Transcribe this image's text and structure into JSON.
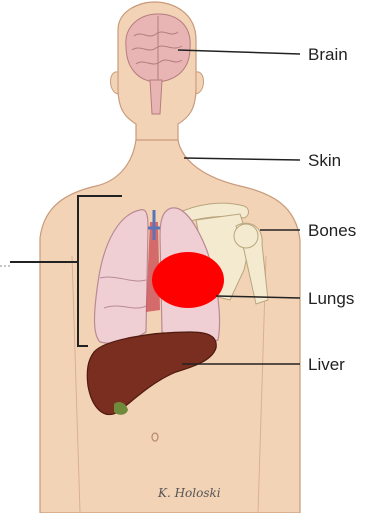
{
  "labels": {
    "brain": "Brain",
    "skin": "Skin",
    "bones": "Bones",
    "lungs": "Lungs",
    "liver": "Liver"
  },
  "signature": "K. Holoski",
  "colors": {
    "skin": "#f3d3b6",
    "skin_outline": "#c99b7c",
    "brain": "#e8b4b4",
    "lung": "#f0cfd4",
    "lung_outline": "#b98a94",
    "bone": "#f3ead0",
    "liver": "#7a2e1f",
    "heart": "#c9474f",
    "red_marker": "#ff0000",
    "leader_line": "#222222"
  }
}
